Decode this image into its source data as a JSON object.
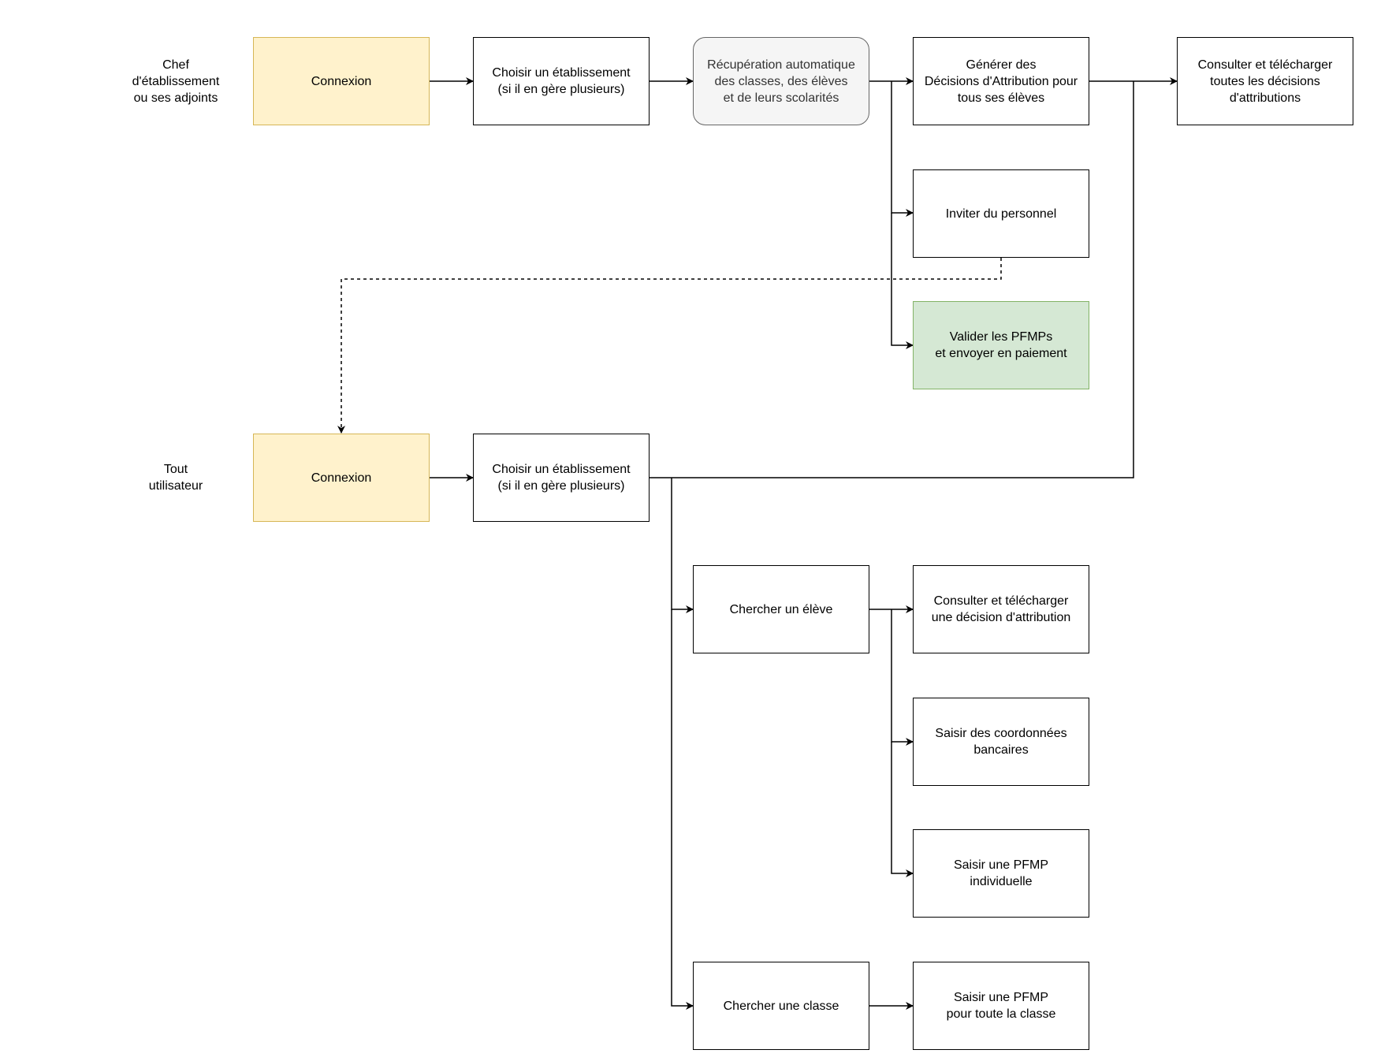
{
  "actors": {
    "chef": "Chef\nd'établissement\nou ses adjoints",
    "tout": "Tout\nutilisateur"
  },
  "nodes": {
    "connexion_chef": "Connexion",
    "choisir_etab_chef": "Choisir un établissement\n(si il en gère plusieurs)",
    "recuperation": "Récupération automatique\ndes classes, des élèves\net de leurs scolarités",
    "generer_decisions": "Générer des\nDécisions d'Attribution pour\ntous ses élèves",
    "consulter_toutes": "Consulter et télécharger\ntoutes les décisions\nd'attributions",
    "inviter_personnel": "Inviter du personnel",
    "valider_pfmps": "Valider les PFMPs\net envoyer en paiement",
    "connexion_tout": "Connexion",
    "choisir_etab_tout": "Choisir un établissement\n(si il en gère plusieurs)",
    "chercher_eleve": "Chercher un élève",
    "consulter_une": "Consulter et télécharger\nune décision d'attribution",
    "saisir_coordonnees": "Saisir des coordonnées\nbancaires",
    "saisir_pfmp_indiv": "Saisir une PFMP\nindividuelle",
    "chercher_classe": "Chercher une classe",
    "saisir_pfmp_classe": "Saisir une PFMP\npour toute la classe"
  },
  "colors": {
    "login_fill": "#fff2cc",
    "login_stroke": "#d6b656",
    "auto_fill": "#f5f5f5",
    "auto_stroke": "#666666",
    "validate_fill": "#d5e8d4",
    "validate_stroke": "#82b366",
    "edge": "#000000"
  }
}
